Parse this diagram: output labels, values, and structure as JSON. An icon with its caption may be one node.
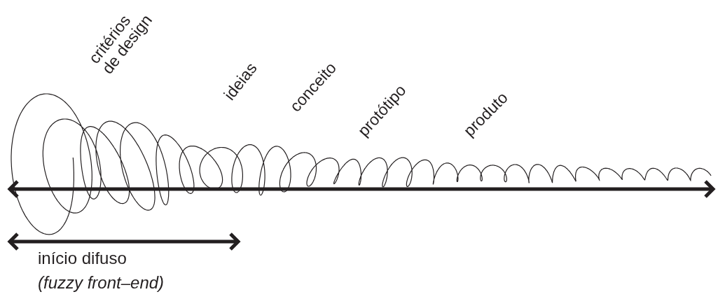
{
  "diagram": {
    "labels": [
      "critérios de design",
      "ideias",
      "conceito",
      "protótipo",
      "produto",
      "início difuso",
      "(fuzzy front–end)"
    ]
  }
}
